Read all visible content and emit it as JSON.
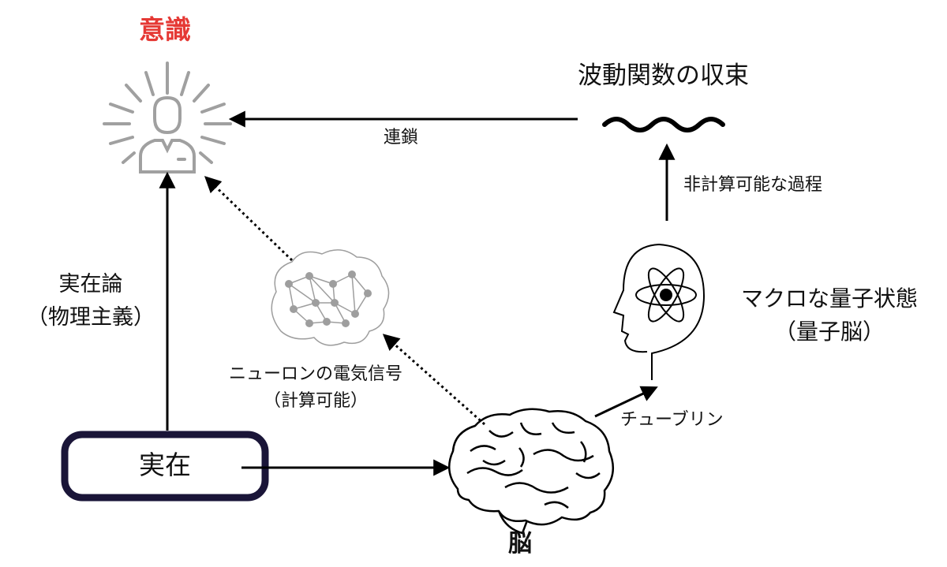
{
  "labels": {
    "consciousness": "意識",
    "wave_collapse": "波動関数の収束",
    "chain": "連鎖",
    "non_computable": "非計算可能な過程",
    "realism_line1": "実在論",
    "realism_line2": "（物理主義）",
    "macro_quantum_line1": "マクロな量子状態",
    "macro_quantum_line2": "（量子脳）",
    "neuron_signal_line1": "ニューロンの電気信号",
    "neuron_signal_line2": "（計算可能）",
    "tubulin": "チューブリン",
    "reality": "実在",
    "brain": "脳"
  },
  "icons": {
    "person": "radiant-person-icon",
    "wave": "wave-icon",
    "neural_brain": "neural-network-brain-icon",
    "head_atom": "head-atom-icon",
    "brain": "brain-icon"
  },
  "colors": {
    "consciousness_text": "#e53935",
    "person_icon": "#9e9e9e",
    "reality_box_border": "#1a1538",
    "arrows": "#000000"
  }
}
